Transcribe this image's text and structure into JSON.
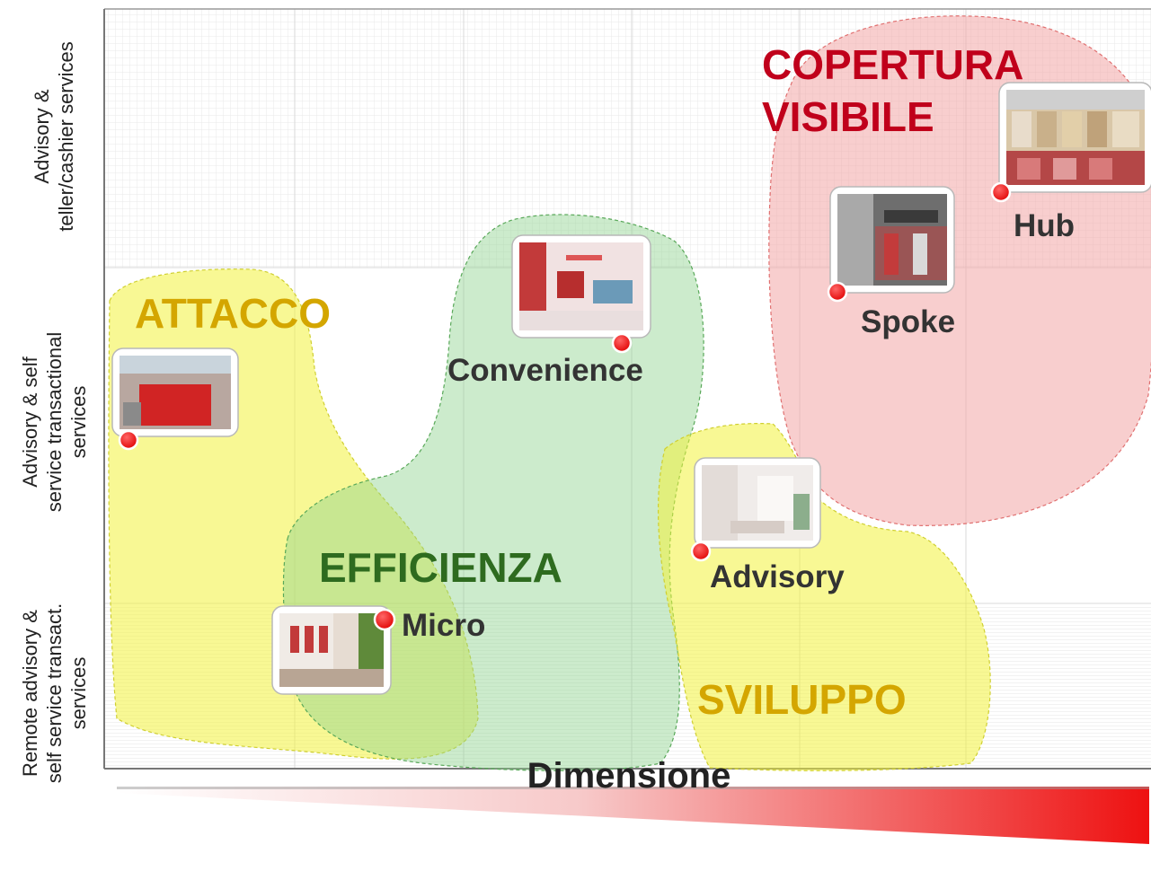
{
  "y_axis": {
    "bands": [
      {
        "lines": [
          "Advisory &",
          "teller/cashier services"
        ]
      },
      {
        "lines": [
          "Advisory  &  self",
          "service  transactional",
          "services"
        ]
      },
      {
        "lines": [
          "Remote advisory  &",
          "self service transact.",
          "services"
        ]
      }
    ]
  },
  "x_axis": {
    "title": "Dimensione"
  },
  "zones": {
    "attacco": {
      "label": "ATTACCO",
      "color": "#d4a600",
      "fill": "#f2f23c"
    },
    "efficienza": {
      "label": "EFFICIENZA",
      "color": "#2e6b1f",
      "fill": "#8fd28f"
    },
    "sviluppo": {
      "label": "SVILUPPO",
      "color": "#d4a600",
      "fill": "#f2f23c"
    },
    "copertura": {
      "label_lines": [
        "COPERTURA",
        "VISIBILE"
      ],
      "color": "#c0001b",
      "fill": "#f3a5a5"
    }
  },
  "branches": {
    "hub": {
      "label": "Hub"
    },
    "spoke": {
      "label": "Spoke"
    },
    "convenience": {
      "label": "Convenience"
    },
    "advisory": {
      "label": "Advisory"
    },
    "micro": {
      "label": "Micro"
    }
  },
  "icons": {
    "marker": "red-dot-icon",
    "photo": "branch-photo-icon"
  },
  "colors": {
    "marker": "#ee1111",
    "gradient_end": "#ee1111",
    "grid": "#d9d9d9"
  }
}
